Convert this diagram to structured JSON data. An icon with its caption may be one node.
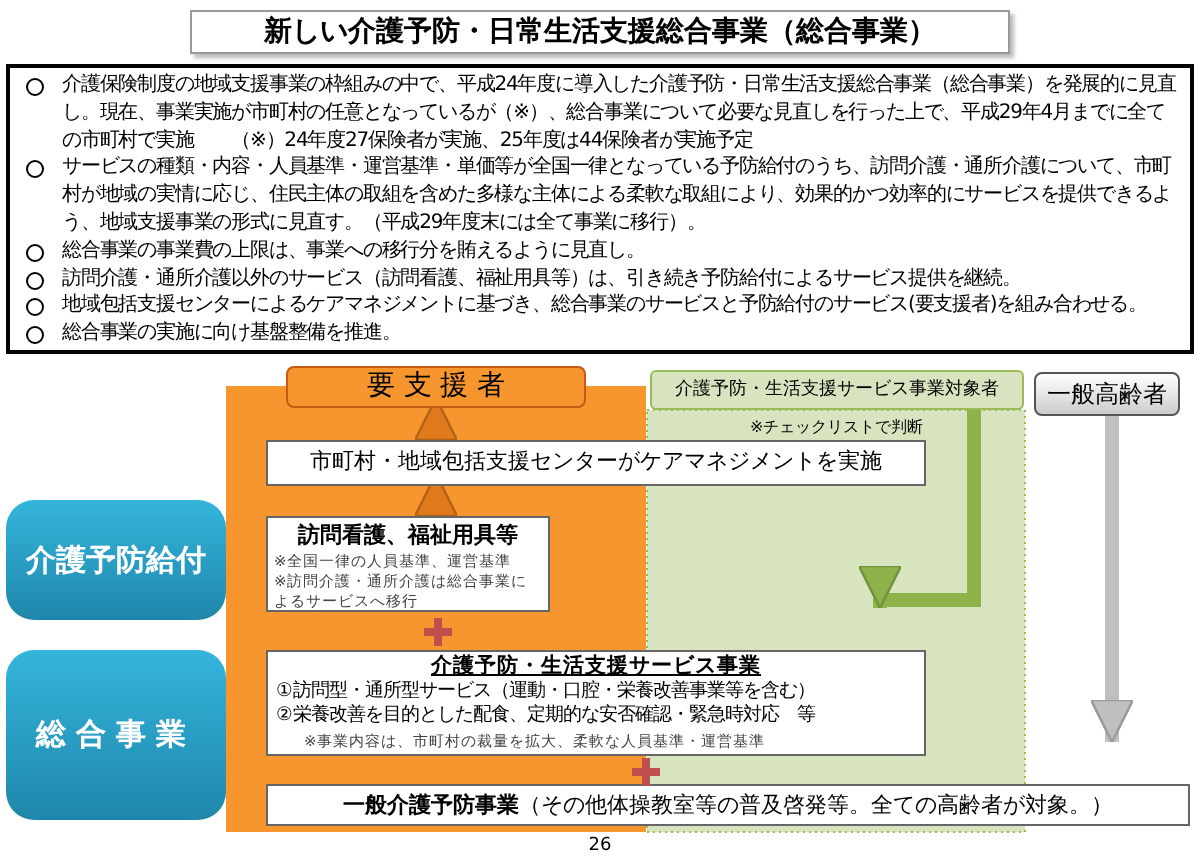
{
  "diagram": {
    "title": "新しい介護予防・日常生活支援総合事業（総合事業）",
    "nodes": [
      {
        "text": [
          "介護保険制度の地域支援事業の枠組みの中で、平成24年度に導入した介護予防・日常生活支援総合事業（総合事業）を発展的に見直し。現在、事業実施が市町村の任意となっているが（※）、総合事業について必要な見直しを行った上で、平成29年4月までに全ての市町村で実施　　（※）24年度27保険者が実施、25年度は44保険者が実施予定",
          "サービスの種類・内容・人員基準・運営基準・単価等が全国一律となっている予防給付のうち、訪問介護・通所介護について、市町村が地域の実情に応じ、住民主体の取組を含めた多様な主体による柔軟な取組により、効果的かつ効率的にサービスを提供できるよう、地域支援事業の形式に見直す。（平成29年度末には全て事業に移行）。",
          "総合事業の事業費の上限は、事業への移行分を賄えるように見直し。",
          "訪問介護・通所介護以外のサービス（訪問看護、福祉用具等）は、引き続き予防給付によるサービス提供を継続。",
          "地域包括支援センターによるケアマネジメントに基づき、総合事業のサービスと予防給付のサービス(要支援者)を組み合わせる。",
          "総合事業の実施に向け基盤整備を推進。"
        ]
      },
      {
        "text": [
          "要 支 援 者"
        ]
      },
      {
        "text": [
          "介護予防・生活支援サービス事業対象者"
        ]
      },
      {
        "text": [
          "一般高齢者"
        ]
      },
      {
        "text": [
          "市町村・地域包括支援センターがケアマネジメントを実施"
        ]
      },
      {
        "text": [
          "介護予防給付"
        ]
      },
      {
        "text": [
          "総合事業"
        ]
      },
      {
        "text": [
          "訪問看護、福祉用具等",
          "※全国一律の人員基準、運営基準",
          "※訪問介護・通所介護は総合事業によるサービスへ移行"
        ]
      },
      {
        "text": [
          "介護予防・生活支援サービス事業",
          "①訪問型・通所型サービス（運動・口腔・栄養改善事業等を含む）",
          "②栄養改善を目的とした配食、定期的な安否確認・緊急時対応　等",
          "※事業内容は、市町村の裁量を拡大、柔軟な人員基準・運営基準"
        ]
      },
      {
        "text": [
          "**一般介護予防事業**（その他体操教室等の普及啓発等。全ての高齢者が対象。）"
        ]
      }
    ],
    "edges": [
      {
        "from": 1,
        "to": 4,
        "arrow": "to",
        "color": "#e07a1c"
      },
      {
        "from": 4,
        "to": 7,
        "arrow": "to",
        "color": "#e07a1c"
      },
      {
        "from": 2,
        "to": 8,
        "arrow": "to",
        "color": "#8db34a"
      },
      {
        "from": 3,
        "to": 9,
        "arrow": "to",
        "color": "#bfbfbf"
      }
    ],
    "labels": [
      "※チェックリストで判断",
      "26"
    ]
  }
}
